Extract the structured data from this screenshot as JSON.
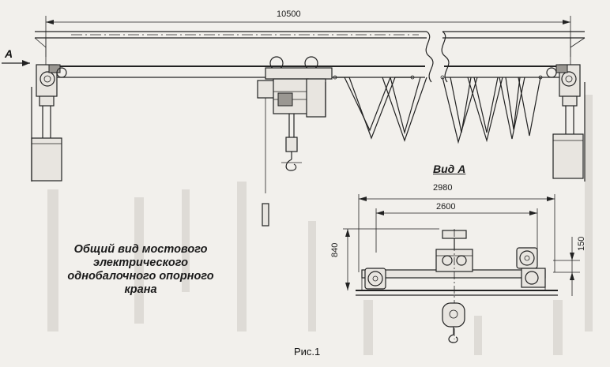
{
  "dimensions": {
    "span": "10500",
    "view_width": "2980",
    "wheel_base": "2600",
    "height": "840",
    "offset": "150"
  },
  "labels": {
    "arrow_view": "А",
    "view_title": "Вид А",
    "caption_lines": [
      "Общий вид мостового",
      "электрического",
      "однобалочного опорного",
      "крана"
    ],
    "figure_label": "Рис.1"
  }
}
